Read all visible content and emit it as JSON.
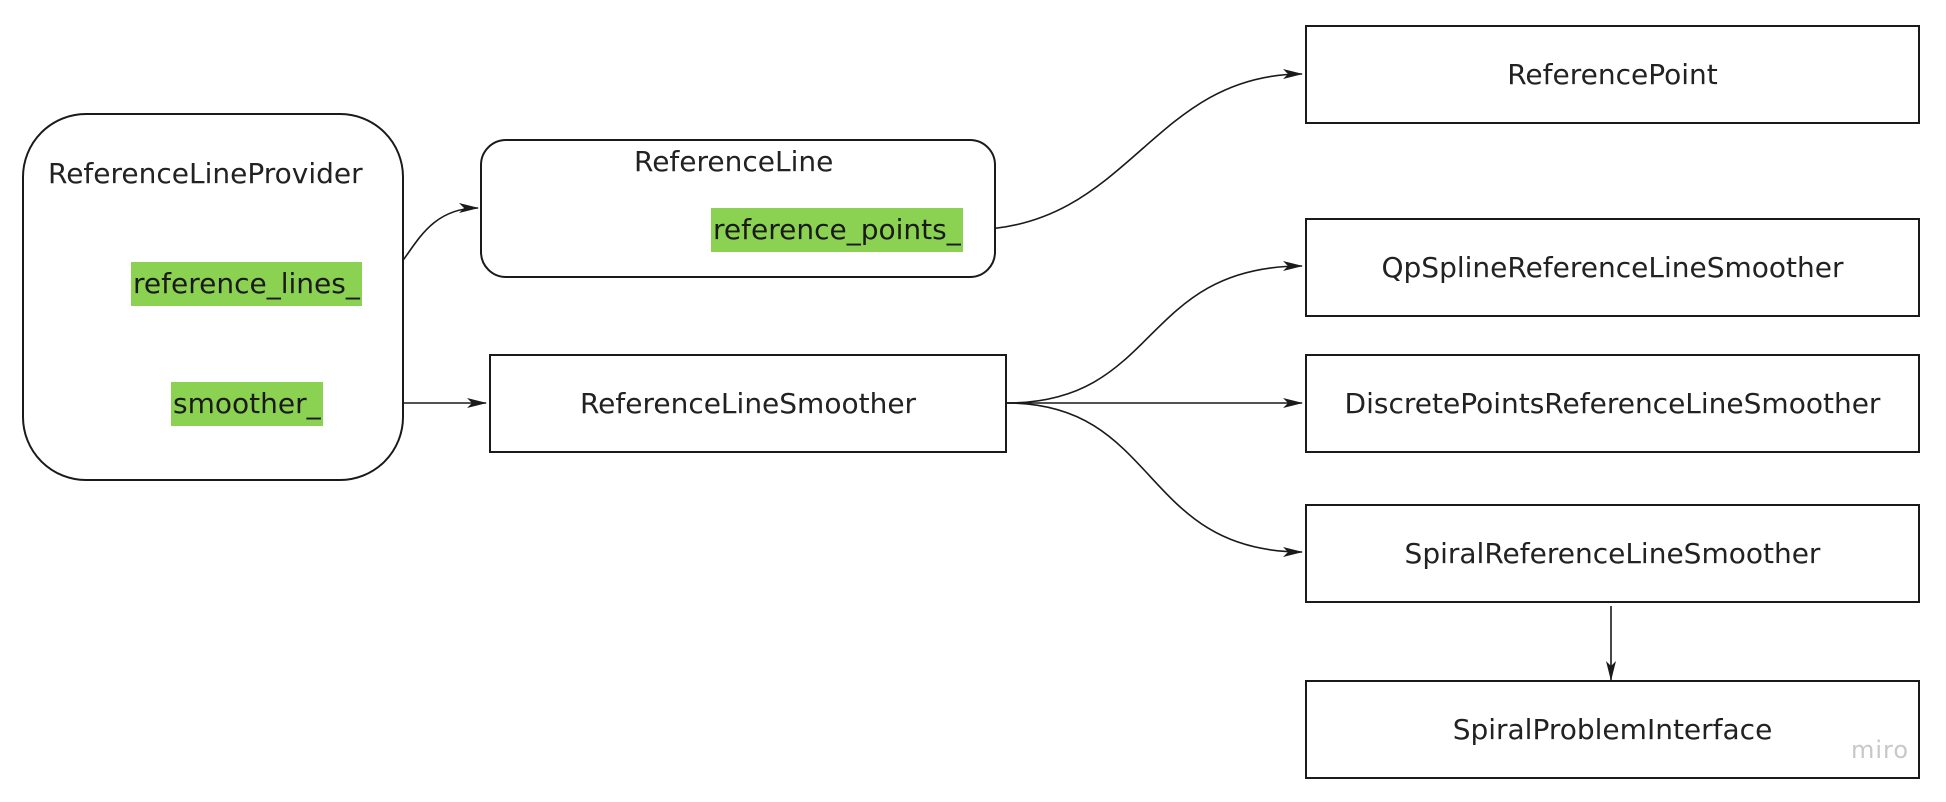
{
  "provider": {
    "title": "ReferenceLineProvider",
    "fields": {
      "reference_lines": "reference_lines_",
      "smoother": "smoother_"
    }
  },
  "reference_line": {
    "title": "ReferenceLine",
    "fields": {
      "reference_points": "reference_points_"
    }
  },
  "nodes": {
    "smoother": "ReferenceLineSmoother",
    "reference_point": "ReferencePoint",
    "qp_spline": "QpSplineReferenceLineSmoother",
    "discrete_points": "DiscretePointsReferenceLineSmoother",
    "spiral": "SpiralReferenceLineSmoother",
    "spiral_problem": "SpiralProblemInterface"
  },
  "watermark": "miro",
  "colors": {
    "field_highlight": "#8bd152",
    "stroke": "#1a1a1a"
  }
}
